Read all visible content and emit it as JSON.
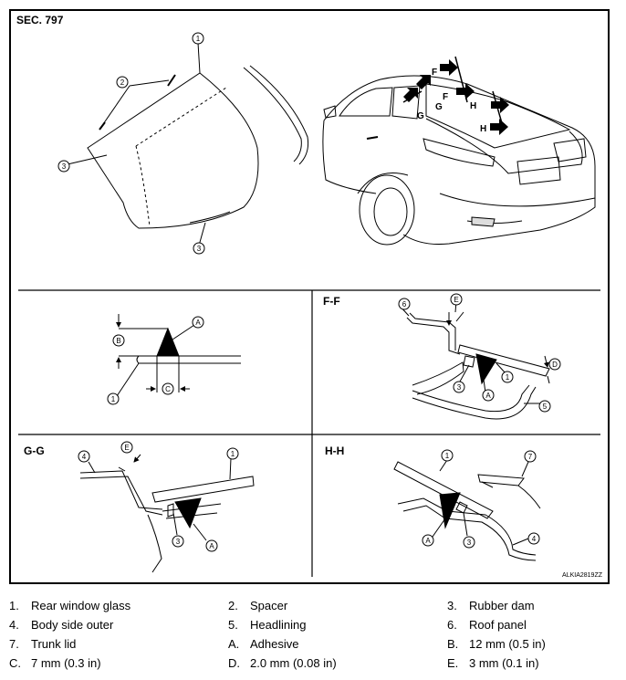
{
  "section_code": "SEC. 797",
  "figure_code": "ALKIA2819ZZ",
  "section_titles": {
    "ff": "F-F",
    "gg": "G-G",
    "hh": "H-H"
  },
  "callouts": {
    "n1": "1",
    "n2": "2",
    "n3": "3",
    "n4": "4",
    "n5": "5",
    "n6": "6",
    "n7": "7",
    "A": "A",
    "B": "B",
    "C": "C",
    "D": "D",
    "E": "E",
    "F": "F",
    "G": "G",
    "H": "H"
  },
  "legend": [
    {
      "key": "1.",
      "text": "Rear window glass"
    },
    {
      "key": "2.",
      "text": "Spacer"
    },
    {
      "key": "3.",
      "text": "Rubber dam"
    },
    {
      "key": "4.",
      "text": "Body side outer"
    },
    {
      "key": "5.",
      "text": "Headlining"
    },
    {
      "key": "6.",
      "text": "Roof panel"
    },
    {
      "key": "7.",
      "text": "Trunk lid"
    },
    {
      "key": "A.",
      "text": "Adhesive"
    },
    {
      "key": "B.",
      "text": "12 mm (0.5 in)"
    },
    {
      "key": "C.",
      "text": "7 mm (0.3 in)"
    },
    {
      "key": "D.",
      "text": "2.0 mm (0.08 in)"
    },
    {
      "key": "E.",
      "text": "3 mm (0.1 in)"
    }
  ]
}
